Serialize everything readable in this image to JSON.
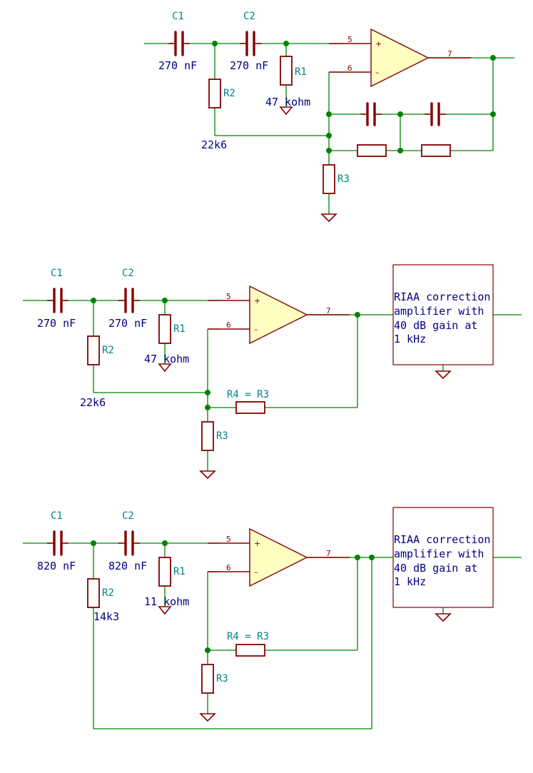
{
  "schematics": [
    {
      "c1": {
        "ref": "C1",
        "value": "270 nF"
      },
      "c2": {
        "ref": "C2",
        "value": "270 nF"
      },
      "r1": {
        "ref": "R1",
        "value": "47 kohm"
      },
      "r2": {
        "ref": "R2",
        "value": "22k6"
      },
      "r3": {
        "ref": "R3"
      },
      "pins": {
        "in_plus": "5",
        "in_minus": "6",
        "out": "7"
      }
    },
    {
      "c1": {
        "ref": "C1",
        "value": "270 nF"
      },
      "c2": {
        "ref": "C2",
        "value": "270 nF"
      },
      "r1": {
        "ref": "R1",
        "value": "47 kohm"
      },
      "r2": {
        "ref": "R2",
        "value": "22k6"
      },
      "r3": {
        "ref": "R3"
      },
      "r4": {
        "ref": "R4 = R3"
      },
      "pins": {
        "in_plus": "5",
        "in_minus": "6",
        "out": "7"
      },
      "box_lines": [
        "RIAA correction",
        "amplifier with",
        "40 dB gain at",
        "1 kHz"
      ]
    },
    {
      "c1": {
        "ref": "C1",
        "value": "820 nF"
      },
      "c2": {
        "ref": "C2",
        "value": "820 nF"
      },
      "r1": {
        "ref": "R1",
        "value": "11 kohm"
      },
      "r2": {
        "ref": "R2",
        "value": "14k3"
      },
      "r3": {
        "ref": "R3"
      },
      "r4": {
        "ref": "R4 = R3"
      },
      "pins": {
        "in_plus": "5",
        "in_minus": "6",
        "out": "7"
      },
      "box_lines": [
        "RIAA correction",
        "amplifier with",
        "40 dB gain at",
        "1 kHz"
      ]
    }
  ],
  "opamp_signs": {
    "plus": "+",
    "minus": "–"
  }
}
